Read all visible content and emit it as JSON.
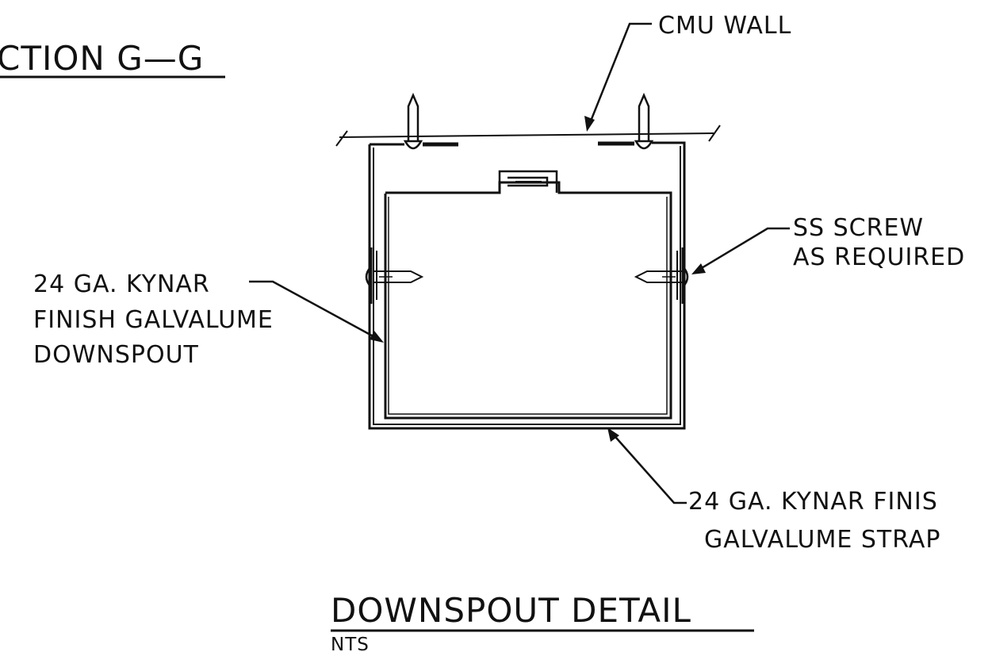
{
  "section_title": "CTION G—G",
  "detail_title": "DOWNSPOUT DETAIL",
  "scale_note": "NTS",
  "callouts": {
    "cmu_wall": "CMU WALL",
    "ss_screw_line1": "SS SCREW",
    "ss_screw_line2": "AS REQUIRED",
    "downspout_line1": "24 GA. KYNAR",
    "downspout_line2": "FINISH GALVALUME",
    "downspout_line3": "DOWNSPOUT",
    "strap_line1": "24 GA. KYNAR FINIS",
    "strap_line2": "GALVALUME STRAP"
  }
}
